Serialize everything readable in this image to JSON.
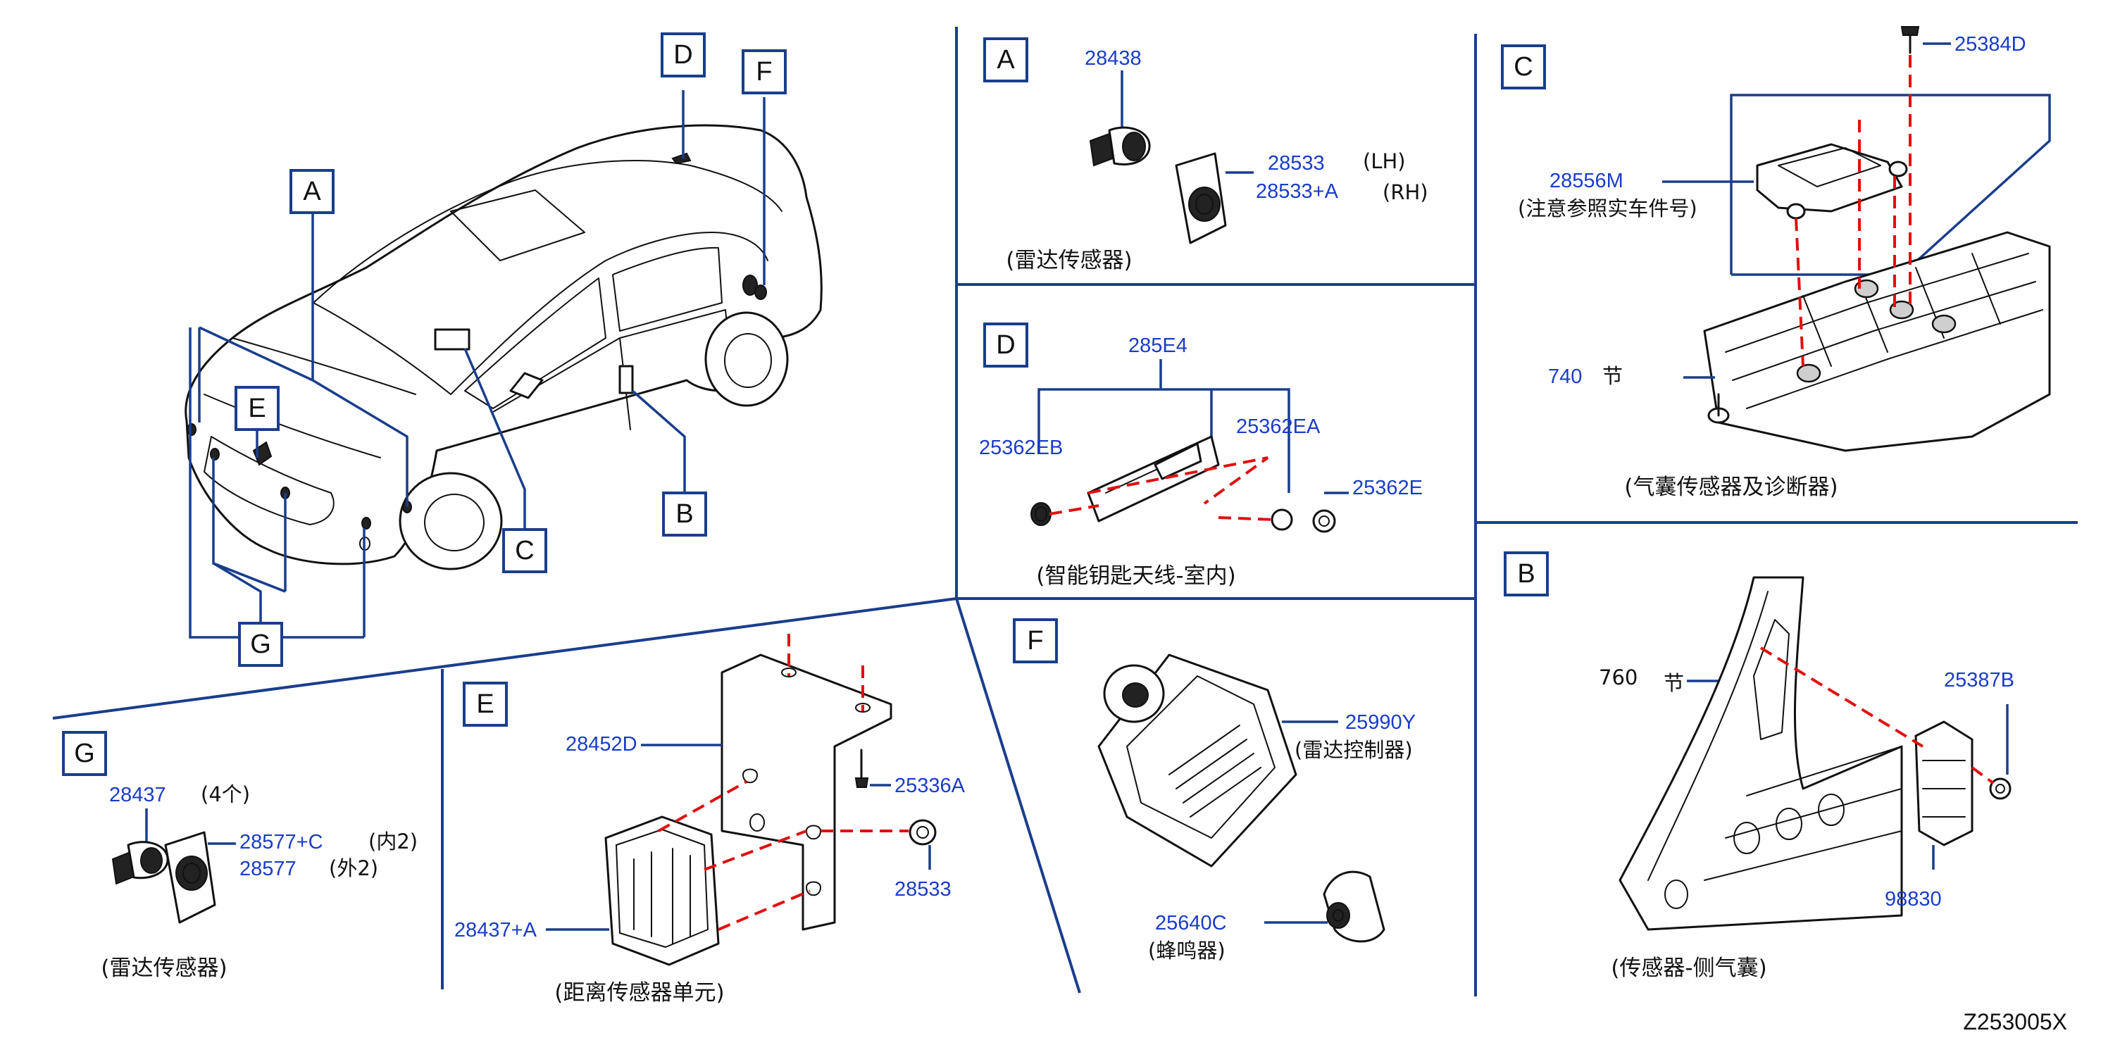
{
  "callouts": {
    "A": "A",
    "B": "B",
    "C": "C",
    "D": "D",
    "E": "E",
    "F": "F",
    "G": "G"
  },
  "panel_a": {
    "part_28438": "28438",
    "part_28533": "28533",
    "part_28533a": "28533+A",
    "lh": "(LH)",
    "rh": "(RH)",
    "caption": "(雷达传感器)"
  },
  "panel_c": {
    "part_25384d": "25384D",
    "part_28556m": "28556M",
    "note_28556m": "(注意参照实车件号)",
    "part_740": "740",
    "section_740": "节",
    "caption": "(气囊传感器及诊断器)"
  },
  "panel_d": {
    "part_285e4": "285E4",
    "part_25362eb": "25362EB",
    "part_25362ea": "25362EA",
    "part_25362e": "25362E",
    "caption": "(智能钥匙天线-室内)"
  },
  "panel_b": {
    "part_760": "760",
    "section_760": "节",
    "part_25387b": "25387B",
    "part_98830": "98830",
    "caption": "(传感器-侧气囊)"
  },
  "panel_f": {
    "part_25990y": "25990Y",
    "note_25990y": "(雷达控制器)",
    "part_25640c": "25640C",
    "note_25640c": "(蜂鸣器)"
  },
  "panel_e": {
    "part_28452d": "28452D",
    "part_25336a": "25336A",
    "part_28533": "28533",
    "part_28437a": "28437+A",
    "caption": "(距离传感器单元)"
  },
  "panel_g": {
    "part_28437": "28437",
    "qty_28437": "(4个)",
    "part_28577c": "28577+C",
    "qty_28577c": "(内2)",
    "part_28577": "28577",
    "qty_28577": "(外2)",
    "caption": "(雷达传感器)"
  },
  "diagram_code": "Z253005X",
  "colors": {
    "frame_blue": "#1a3e8c",
    "part_number_blue": "#1a3cc8",
    "guide_red": "#e01010",
    "line_black": "#111111"
  }
}
